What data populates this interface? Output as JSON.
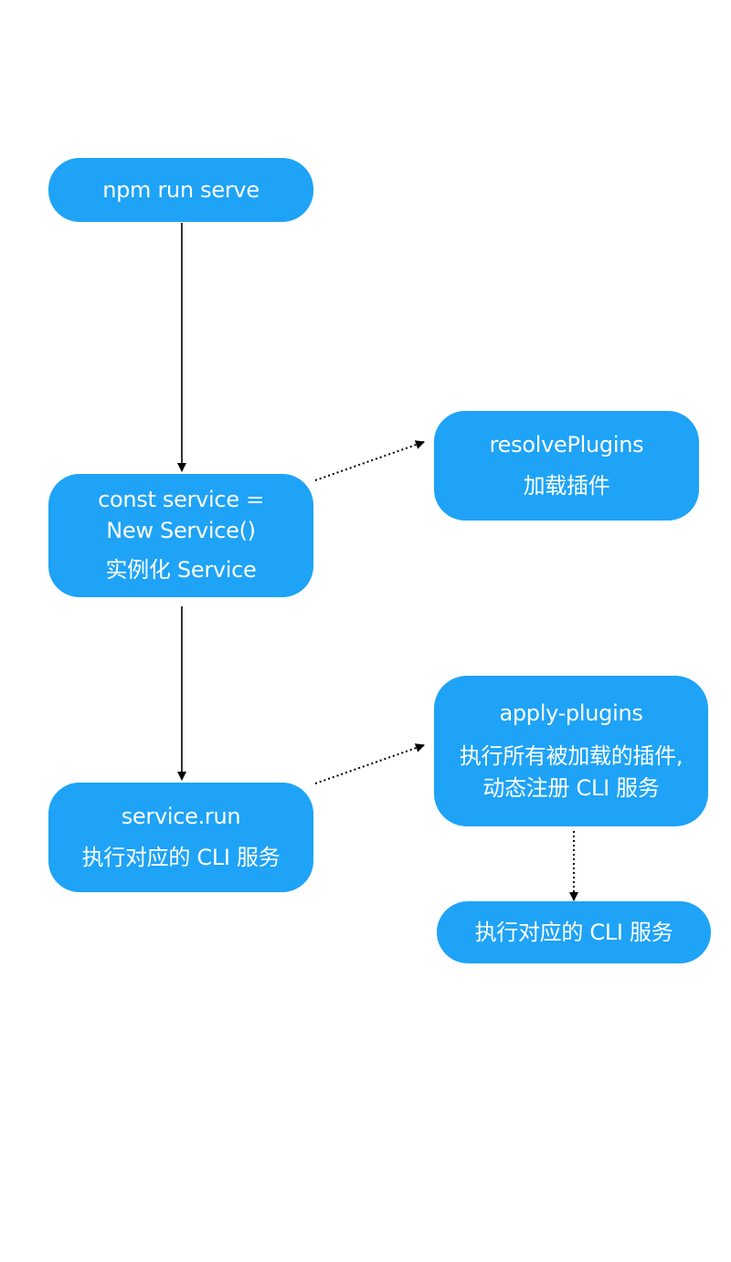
{
  "nodes": {
    "npm_run_serve": {
      "label": "npm run serve"
    },
    "new_service": {
      "line1": "const service =",
      "line2": "New Service()",
      "line3": "实例化 Service"
    },
    "service_run": {
      "line1": "service.run",
      "line2": "执行对应的 CLI 服务"
    },
    "resolve_plugins": {
      "line1": "resolvePlugins",
      "line2": "加载插件"
    },
    "apply_plugins": {
      "line1": "apply-plugins",
      "line2": "执行所有被加载的插件,",
      "line3": "动态注册 CLI 服务"
    },
    "run_cli": {
      "label": "执行对应的 CLI 服务"
    }
  },
  "colors": {
    "node_fill": "#1ea3f7",
    "node_text": "#ffffff",
    "edge": "#000000"
  }
}
